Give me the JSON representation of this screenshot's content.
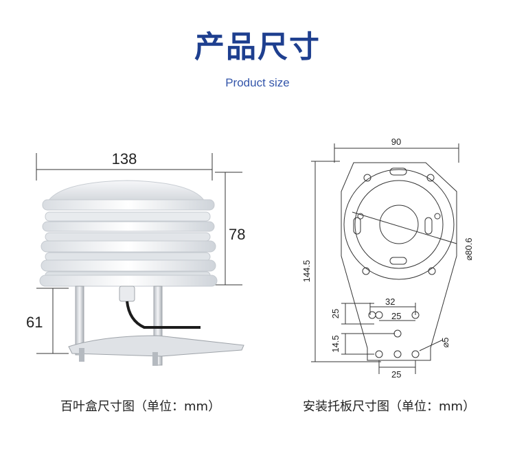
{
  "header": {
    "title": "产品尺寸",
    "subtitle": "Product size"
  },
  "left_diagram": {
    "dim_width": "138",
    "dim_height_top": "78",
    "dim_height_bottom": "61",
    "caption": "百叶盒尺寸图（单位：mm）"
  },
  "right_diagram": {
    "dim_top_width": "90",
    "dim_total_height": "144.5",
    "dim_circle": "⌀80.6",
    "dim_32": "32",
    "dim_25_a": "25",
    "dim_25_b": "25",
    "dim_14_5": "14.5",
    "dim_hole": "⌀5",
    "dim_25_bottom": "25",
    "caption": "安装托板尺寸图（单位：mm）"
  },
  "colors": {
    "title": "#1e3f8f",
    "subtitle": "#3355aa",
    "line": "#333333"
  }
}
